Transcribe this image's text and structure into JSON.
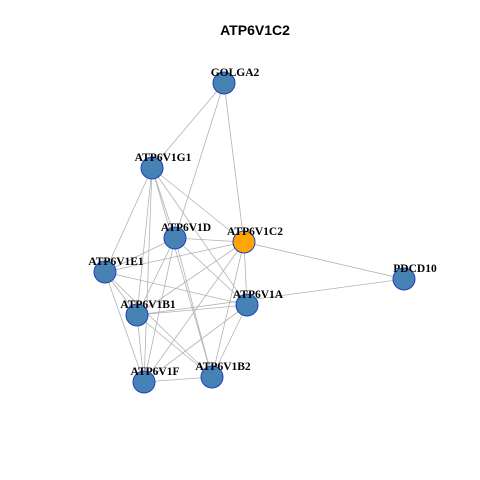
{
  "title": "ATP6V1C2",
  "colors": {
    "default_node": "#4682b4",
    "highlight_node": "#ffa500",
    "node_border": "#1f3fbf",
    "edge": "#b3b3b3"
  },
  "nodes": [
    {
      "id": "GOLGA2",
      "label": "GOLGA2",
      "highlight": false
    },
    {
      "id": "ATP6V1G1",
      "label": "ATP6V1G1",
      "highlight": false
    },
    {
      "id": "ATP6V1D",
      "label": "ATP6V1D",
      "highlight": false
    },
    {
      "id": "ATP6V1C2",
      "label": "ATP6V1C2",
      "highlight": true
    },
    {
      "id": "ATP6V1E1",
      "label": "ATP6V1E1",
      "highlight": false
    },
    {
      "id": "PDCD10",
      "label": "PDCD10",
      "highlight": false
    },
    {
      "id": "ATP6V1A",
      "label": "ATP6V1A",
      "highlight": false
    },
    {
      "id": "ATP6V1B1",
      "label": "ATP6V1B1",
      "highlight": false
    },
    {
      "id": "ATP6V1B2",
      "label": "ATP6V1B2",
      "highlight": false
    },
    {
      "id": "ATP6V1F",
      "label": "ATP6V1F",
      "highlight": false
    }
  ],
  "edges": [
    [
      "GOLGA2",
      "ATP6V1G1"
    ],
    [
      "GOLGA2",
      "ATP6V1D"
    ],
    [
      "GOLGA2",
      "ATP6V1C2"
    ],
    [
      "ATP6V1G1",
      "ATP6V1D"
    ],
    [
      "ATP6V1G1",
      "ATP6V1C2"
    ],
    [
      "ATP6V1G1",
      "ATP6V1E1"
    ],
    [
      "ATP6V1G1",
      "ATP6V1A"
    ],
    [
      "ATP6V1G1",
      "ATP6V1B1"
    ],
    [
      "ATP6V1G1",
      "ATP6V1F"
    ],
    [
      "ATP6V1G1",
      "ATP6V1B2"
    ],
    [
      "ATP6V1D",
      "ATP6V1C2"
    ],
    [
      "ATP6V1D",
      "ATP6V1E1"
    ],
    [
      "ATP6V1D",
      "ATP6V1A"
    ],
    [
      "ATP6V1D",
      "ATP6V1B1"
    ],
    [
      "ATP6V1D",
      "ATP6V1F"
    ],
    [
      "ATP6V1D",
      "ATP6V1B2"
    ],
    [
      "ATP6V1C2",
      "ATP6V1E1"
    ],
    [
      "ATP6V1C2",
      "PDCD10"
    ],
    [
      "ATP6V1C2",
      "ATP6V1A"
    ],
    [
      "ATP6V1C2",
      "ATP6V1B1"
    ],
    [
      "ATP6V1C2",
      "ATP6V1F"
    ],
    [
      "ATP6V1C2",
      "ATP6V1B2"
    ],
    [
      "ATP6V1E1",
      "ATP6V1A"
    ],
    [
      "ATP6V1E1",
      "ATP6V1B1"
    ],
    [
      "ATP6V1E1",
      "ATP6V1F"
    ],
    [
      "ATP6V1E1",
      "ATP6V1B2"
    ],
    [
      "PDCD10",
      "ATP6V1B1"
    ],
    [
      "ATP6V1A",
      "ATP6V1B1"
    ],
    [
      "ATP6V1A",
      "ATP6V1F"
    ],
    [
      "ATP6V1A",
      "ATP6V1B2"
    ],
    [
      "ATP6V1B1",
      "ATP6V1F"
    ],
    [
      "ATP6V1B1",
      "ATP6V1B2"
    ],
    [
      "ATP6V1F",
      "ATP6V1B2"
    ]
  ]
}
